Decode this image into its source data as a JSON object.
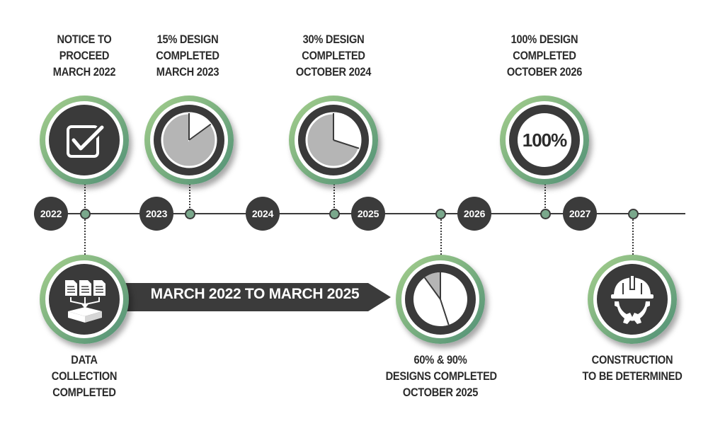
{
  "colors": {
    "dark": "#3b3b3b",
    "green_light": "#a5cf8d",
    "green_dark": "#4f8f76",
    "pie_gray": "#b5b5b5",
    "white": "#ffffff"
  },
  "years": [
    "2022",
    "2023",
    "2024",
    "2025",
    "2026",
    "2027"
  ],
  "milestones_top": [
    {
      "lines": [
        "NOTICE TO",
        "PROCEED",
        "MARCH 2022"
      ],
      "icon": "checkbox-icon"
    },
    {
      "lines": [
        "15% DESIGN",
        "COMPLETED",
        "MARCH 2023"
      ],
      "icon": "pie-15-icon"
    },
    {
      "lines": [
        "30% DESIGN",
        "COMPLETED",
        "OCTOBER 2024"
      ],
      "icon": "pie-30-icon"
    },
    {
      "lines": [
        "100% DESIGN",
        "COMPLETED",
        "OCTOBER 2026"
      ],
      "icon": "percent-100-icon",
      "icon_text": "100%"
    }
  ],
  "milestones_bottom": [
    {
      "lines": [
        "DATA",
        "COLLECTION",
        "COMPLETED"
      ],
      "icon": "documents-icon"
    },
    {
      "lines": [
        "60% & 90%",
        "DESIGNS COMPLETED",
        "OCTOBER 2025"
      ],
      "icon": "pie-90-icon"
    },
    {
      "lines": [
        "CONSTRUCTION",
        "TO BE DETERMINED"
      ],
      "icon": "hardhat-gear-icon"
    }
  ],
  "arrow": {
    "label": "MARCH 2022 TO MARCH 2025"
  }
}
